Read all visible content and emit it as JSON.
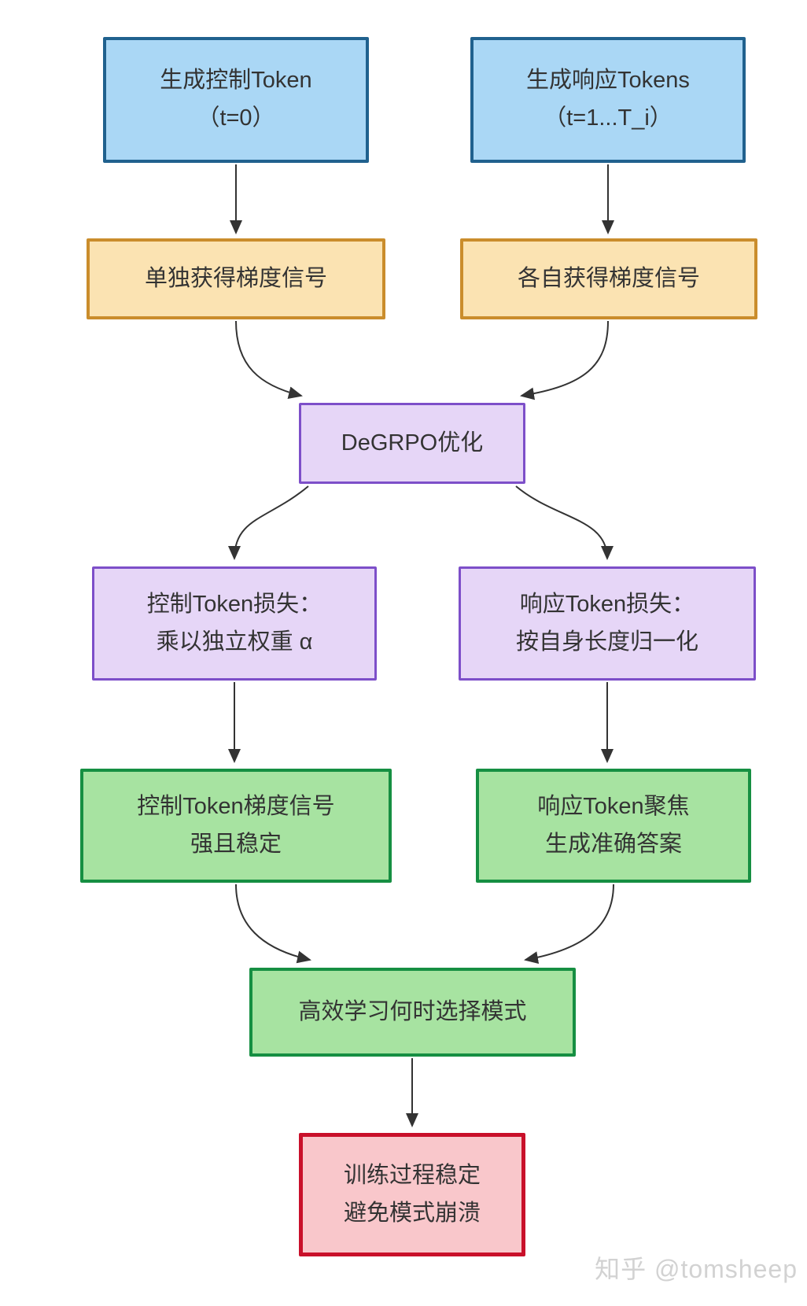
{
  "diagram": {
    "type": "flowchart",
    "nodes": {
      "gen_control": {
        "line1": "生成控制Token",
        "line2": "（t=0）",
        "color_role": "blue"
      },
      "gen_response": {
        "line1": "生成响应Tokens",
        "line2": "（t=1...T_i）",
        "color_role": "blue"
      },
      "grad_control": {
        "line1": "单独获得梯度信号",
        "color_role": "orange"
      },
      "grad_response": {
        "line1": "各自获得梯度信号",
        "color_role": "orange"
      },
      "degrpo": {
        "line1": "DeGRPO优化",
        "color_role": "purple"
      },
      "loss_control": {
        "line1": "控制Token损失：",
        "line2": "乘以独立权重 α",
        "color_role": "purple"
      },
      "loss_response": {
        "line1": "响应Token损失：",
        "line2": "按自身长度归一化",
        "color_role": "purple"
      },
      "signal_control": {
        "line1": "控制Token梯度信号",
        "line2": "强且稳定",
        "color_role": "green"
      },
      "focus_response": {
        "line1": "响应Token聚焦",
        "line2": "生成准确答案",
        "color_role": "green"
      },
      "learn_mode": {
        "line1": "高效学习何时选择模式",
        "color_role": "green"
      },
      "stable": {
        "line1": "训练过程稳定",
        "line2": "避免模式崩溃",
        "color_role": "red"
      }
    },
    "edges": [
      {
        "from": "gen_control",
        "to": "grad_control"
      },
      {
        "from": "gen_response",
        "to": "grad_response"
      },
      {
        "from": "grad_control",
        "to": "degrpo"
      },
      {
        "from": "grad_response",
        "to": "degrpo"
      },
      {
        "from": "degrpo",
        "to": "loss_control"
      },
      {
        "from": "degrpo",
        "to": "loss_response"
      },
      {
        "from": "loss_control",
        "to": "signal_control"
      },
      {
        "from": "loss_response",
        "to": "focus_response"
      },
      {
        "from": "signal_control",
        "to": "learn_mode"
      },
      {
        "from": "focus_response",
        "to": "learn_mode"
      },
      {
        "from": "learn_mode",
        "to": "stable"
      }
    ],
    "watermark": "知乎 @tomsheep"
  },
  "colors": {
    "blue-fill": "#aad7f5",
    "blue-border": "#20618e",
    "orange-fill": "#fbe3b2",
    "orange-border": "#ca8d2c",
    "purple-fill": "#e6d6f7",
    "purple-border": "#7d4fc9",
    "green-fill": "#a7e3a1",
    "green-border": "#168f42",
    "red-fill": "#f9c7cb",
    "red-border": "#c9102a",
    "arrow": "#333333",
    "text": "#333333",
    "watermark": "#d2d2d2",
    "background": "#ffffff"
  }
}
